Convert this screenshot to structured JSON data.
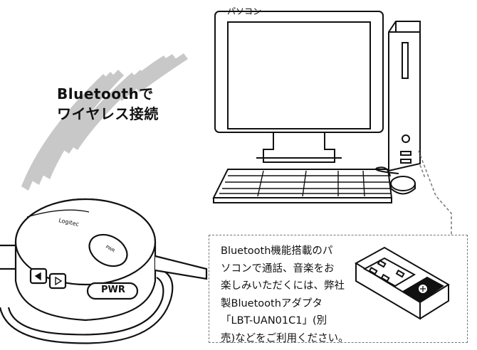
{
  "computer_label": "パソコン",
  "headline": {
    "line1": "Bluetoothで",
    "line2": "ワイヤレス接続"
  },
  "callout": {
    "lines": [
      "Bluetooth機能搭載のパ",
      "ソコンで通話、音楽をお",
      "楽しみいただくには、弊社",
      "製Bluetoothアダプタ",
      "「LBT-UAN01C1」(別",
      "売)などをご利用ください。"
    ]
  },
  "headset": {
    "brand": "Logitec",
    "button_label": "PWR",
    "small_label": "PWR"
  },
  "colors": {
    "line": "#111111",
    "wave": "#c8c8c8",
    "dashed": "#777777"
  }
}
